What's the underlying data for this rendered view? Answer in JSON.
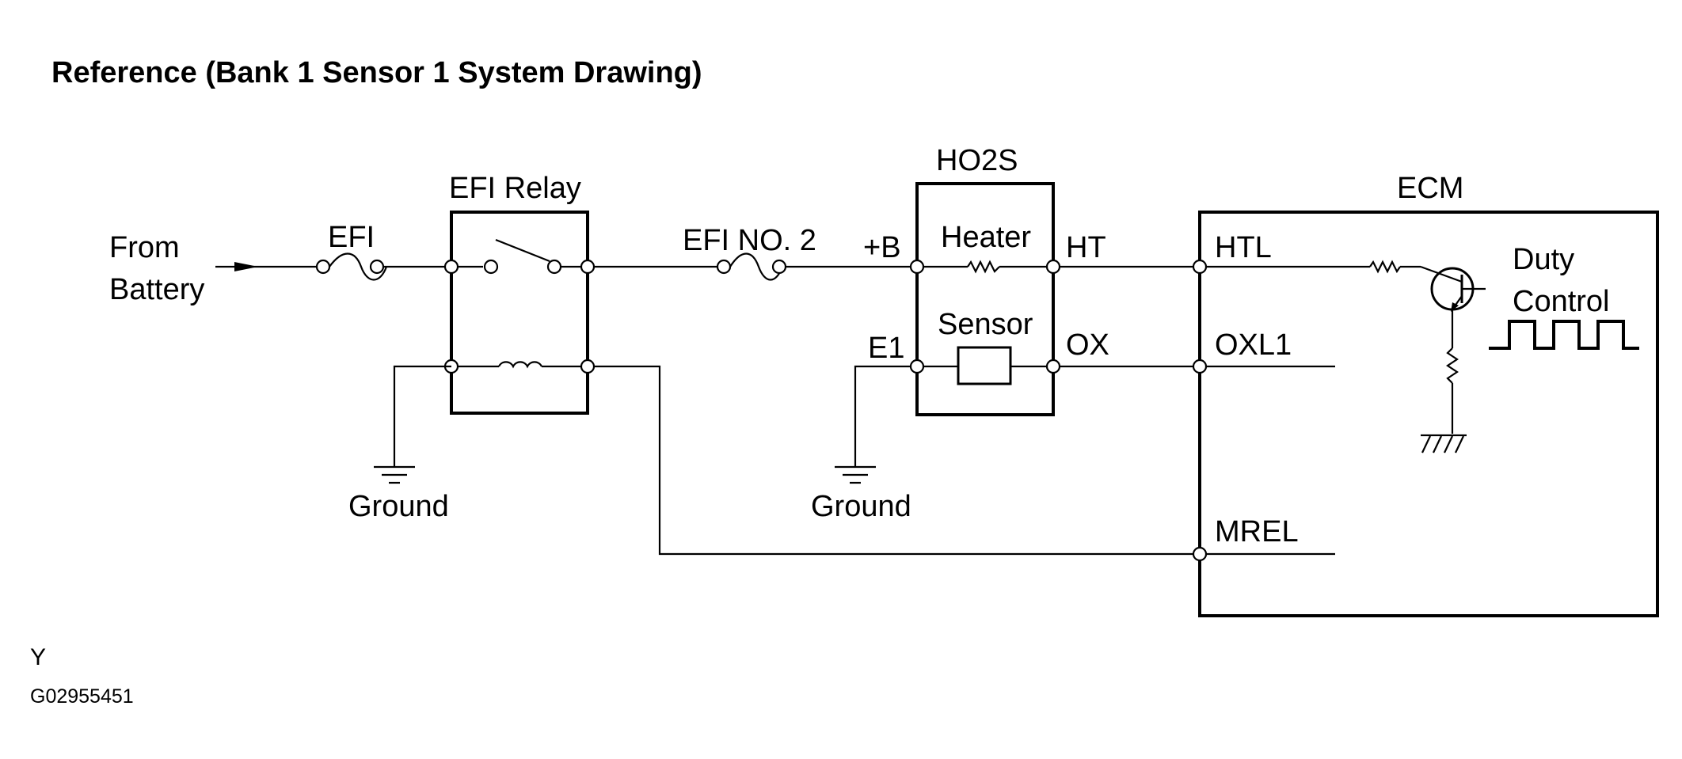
{
  "title": "Reference (Bank 1 Sensor 1 System Drawing)",
  "labels": {
    "from": "From",
    "battery": "Battery",
    "efi": "EFI",
    "efi_relay": "EFI Relay",
    "efi_no2": "EFI NO. 2",
    "plus_b": "+B",
    "ho2s": "HO2S",
    "heater": "Heater",
    "ht": "HT",
    "e1": "E1",
    "sensor": "Sensor",
    "ox": "OX",
    "ecm": "ECM",
    "htl": "HTL",
    "oxl1": "OXL1",
    "mrel": "MREL",
    "duty": "Duty",
    "control": "Control",
    "ground_left": "Ground",
    "ground_mid": "Ground"
  },
  "footer": {
    "letter": "Y",
    "code": "G02955451"
  }
}
